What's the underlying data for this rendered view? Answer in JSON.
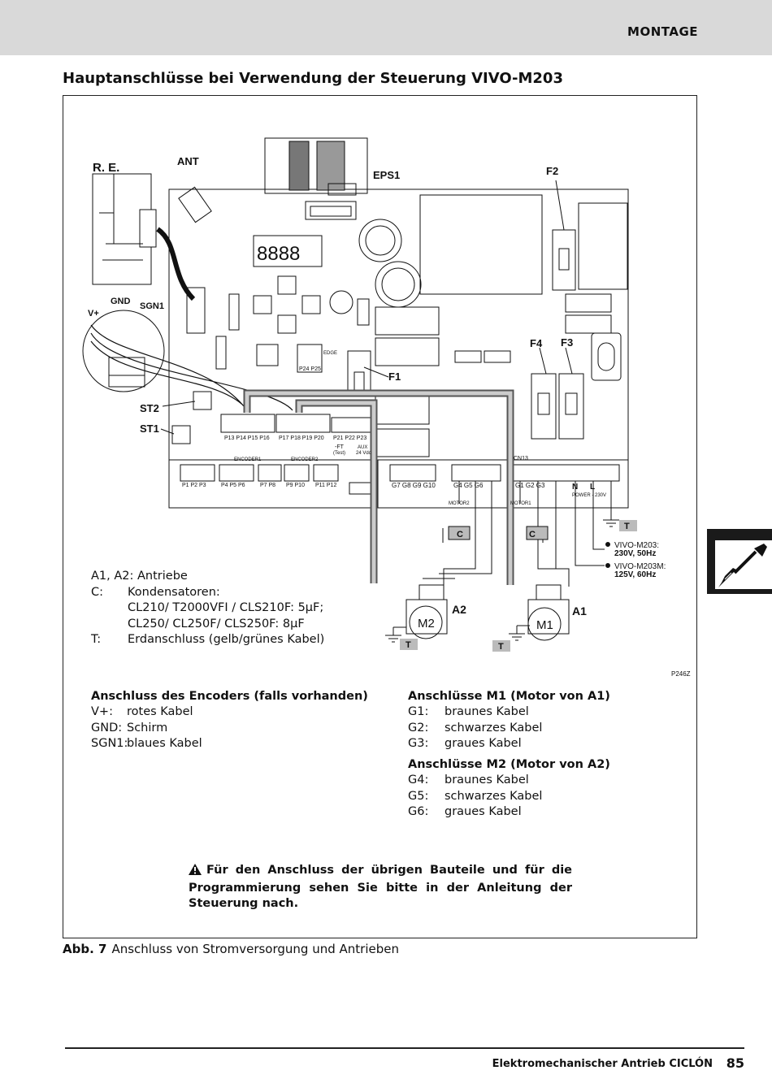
{
  "header": {
    "section": "MONTAGE"
  },
  "title": "Hauptanschlüsse bei Verwendung der Steuerung VIVO-M203",
  "diagram": {
    "labels": {
      "re": "R. E.",
      "ant": "ANT",
      "eps1": "EPS1",
      "f2": "F2",
      "f4": "F4",
      "f3": "F3",
      "f1": "F1",
      "gnd": "GND",
      "vplus": "V+",
      "sgn1": "SGN1",
      "st2": "ST2",
      "st1": "ST1",
      "edge": "EDGE",
      "p24p25": "P24 P25",
      "cn13": "CN13",
      "enc1_terms": "P13  P14  P15  P16",
      "enc2_terms": "P17  P18  P19  P20",
      "ft_terms": "P21  P22  P23",
      "ft": "-FT",
      "ft_test": "(Test)",
      "aux": "AUX",
      "aux_v": "24 Vdc",
      "encoder1": "ENCODER1",
      "encoder2": "ENCODER2",
      "low1": "P1   P2   P3",
      "low2": "P4   P5   P6",
      "low3": "P7   P8",
      "low4": "P9   P10",
      "low5": "P11  P12",
      "g7g10": "G7  G8    G9  G10",
      "g456": "G4     G5     G6",
      "g123": "G1     G2     G3",
      "n": "N",
      "l": "L",
      "power": "POWER - 230V",
      "motor2": "MOTOR2",
      "motor1": "MOTOR1",
      "c": "C",
      "t": "T",
      "m2": "M2",
      "m1": "M1",
      "a2": "A2",
      "a1": "A1",
      "vivo_m203": "VIVO-M203:",
      "vivo_m203_v": "230V, 50Hz",
      "vivo_m203m": "VIVO-M203M:",
      "vivo_m203m_v": "125V, 60Hz",
      "code": "P246Z"
    }
  },
  "legend": {
    "a1a2_key": "A1, A2",
    "a1a2_val": ": Antriebe",
    "c_key": "C:",
    "c_val": "Kondensatoren:",
    "c_line2": "CL210/ T2000VFI / CLS210F: 5μF;",
    "c_line3": "CL250/ CL250F/ CLS250F: 8μF",
    "t_key": "T:",
    "t_val": "Erdanschluss (gelb/grünes Kabel)"
  },
  "encoder": {
    "heading": "Anschluss des Encoders (falls vorhanden)",
    "rows": [
      {
        "k": "V+:",
        "v": "rotes Kabel"
      },
      {
        "k": "GND:",
        "v": "Schirm"
      },
      {
        "k": "SGN1:",
        "v": "blaues Kabel"
      }
    ]
  },
  "m1": {
    "heading": "Anschlüsse M1 (Motor von A1)",
    "rows": [
      {
        "k": "G1:",
        "v": "braunes Kabel"
      },
      {
        "k": "G2:",
        "v": "schwarzes Kabel"
      },
      {
        "k": "G3:",
        "v": "graues Kabel"
      }
    ]
  },
  "m2": {
    "heading": "Anschlüsse M2 (Motor von A2)",
    "rows": [
      {
        "k": "G4:",
        "v": "braunes Kabel"
      },
      {
        "k": "G5:",
        "v": "schwarzes Kabel"
      },
      {
        "k": "G6:",
        "v": "graues Kabel"
      }
    ]
  },
  "note": "Für den Anschluss der übrigen Bauteile und für die Programmierung sehen Sie bitte in der Anleitung der Steuerung nach.",
  "caption": {
    "label": "Abb. 7",
    "text": "Anschluss von Stromversorgung und Antrieben"
  },
  "footer": {
    "text": "Elektromechanischer Antrieb CICLÓN",
    "page": "85"
  }
}
